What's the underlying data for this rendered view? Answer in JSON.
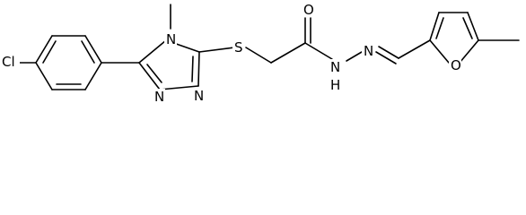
{
  "molecule": {
    "atoms": {
      "cl": "Cl",
      "n_methyl": "N",
      "n_left": "N",
      "n_right": "N",
      "s": "S",
      "o_carbonyl": "O",
      "nh": "N",
      "h": "H",
      "n_imine": "N",
      "o_furan": "O"
    }
  }
}
